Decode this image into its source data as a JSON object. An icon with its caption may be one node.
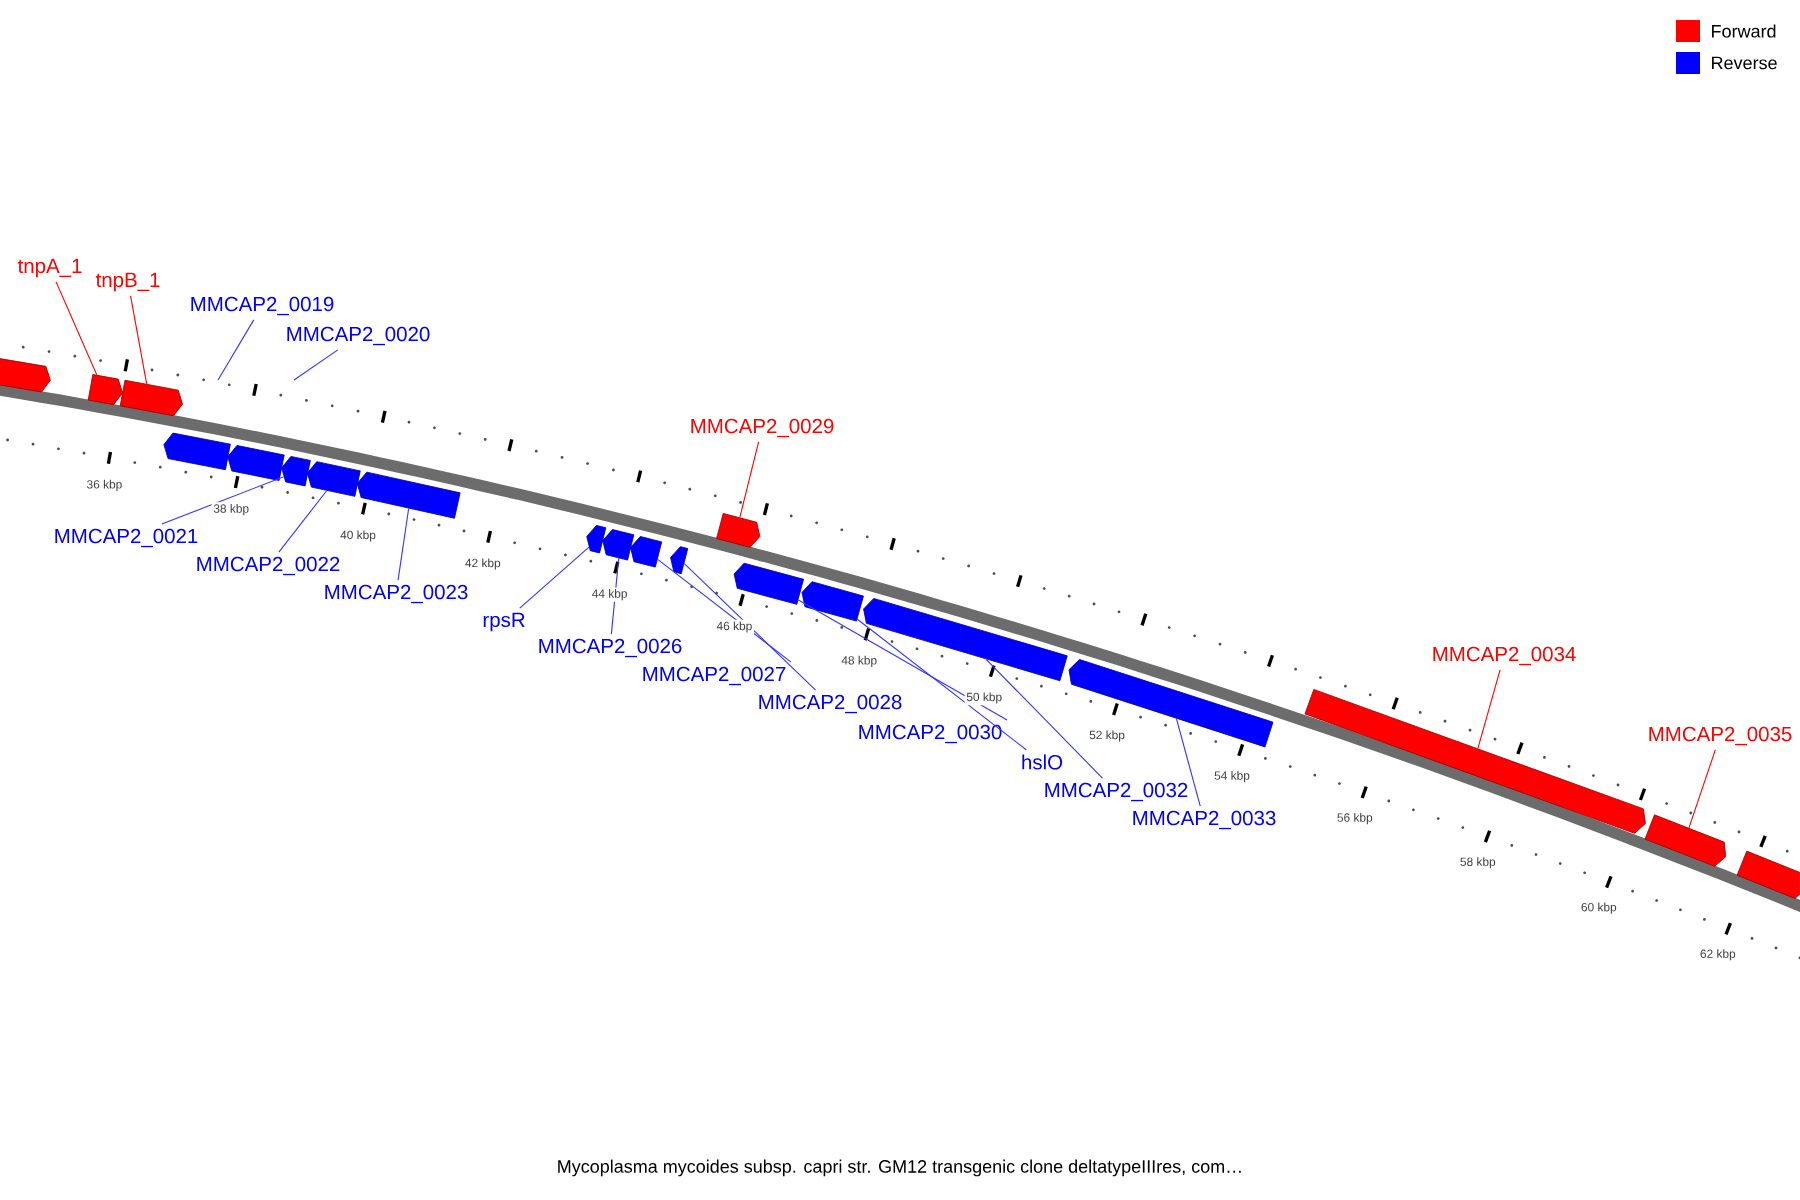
{
  "diagram": {
    "caption": "Mycoplasma mycoides subsp. capri str. GM12 transgenic clone deltatypeIIIres, com…",
    "nodes": [
      {
        "text": [
          "tnpA_1"
        ]
      },
      {
        "text": [
          "tnpB_1"
        ]
      },
      {
        "text": [
          "MMCAP2_0019"
        ]
      },
      {
        "text": [
          "MMCAP2_0020"
        ]
      },
      {
        "text": [
          "MMCAP2_0029"
        ]
      },
      {
        "text": [
          "MMCAP2_0021"
        ]
      },
      {
        "text": [
          "MMCAP2_0022"
        ]
      },
      {
        "text": [
          "MMCAP2_0023"
        ]
      },
      {
        "text": [
          "rpsR"
        ]
      },
      {
        "text": [
          "MMCAP2_0026"
        ]
      },
      {
        "text": [
          "MMCAP2_0027"
        ]
      },
      {
        "text": [
          "MMCAP2_0028"
        ]
      },
      {
        "text": [
          "MMCAP2_0030"
        ]
      },
      {
        "text": [
          "hslO"
        ]
      },
      {
        "text": [
          "MMCAP2_0032"
        ]
      },
      {
        "text": [
          "MMCAP2_0033"
        ]
      },
      {
        "text": [
          "MMCAP2_0034"
        ]
      },
      {
        "text": [
          "MMCAP2_0035"
        ]
      },
      {
        "text": [],
        "shape": "arrow"
      },
      {
        "text": [],
        "shape": "arrow"
      },
      {
        "text": [],
        "shape": "arrow"
      },
      {
        "text": [],
        "shape": "arrow"
      },
      {
        "text": [],
        "shape": "arrow"
      },
      {
        "text": [],
        "shape": "arrow"
      },
      {
        "text": [],
        "shape": "arrow"
      },
      {
        "text": [],
        "shape": "arrow"
      },
      {
        "text": [],
        "shape": "arrow"
      },
      {
        "text": [],
        "shape": "arrow"
      },
      {
        "text": [],
        "shape": "arrow"
      },
      {
        "text": [],
        "shape": "arrow"
      },
      {
        "text": [],
        "shape": "arrow"
      },
      {
        "text": [],
        "shape": "arrow"
      },
      {
        "text": [],
        "shape": "arrow"
      },
      {
        "text": [],
        "shape": "arrow"
      },
      {
        "text": [],
        "shape": "arrow"
      },
      {
        "text": [],
        "shape": "arrow"
      },
      {
        "text": [],
        "shape": "arrow"
      },
      {
        "text": [],
        "shape": "arrow"
      }
    ],
    "edges": [
      {
        "from": 0,
        "to": 19,
        "arrow": "none",
        "color": "#ff0000"
      },
      {
        "from": 1,
        "to": 20,
        "arrow": "none",
        "color": "#ff0000"
      },
      {
        "from": 2,
        "to": null,
        "arrow": "none"
      },
      {
        "from": 3,
        "to": null,
        "arrow": "none"
      },
      {
        "from": 4,
        "to": 30,
        "arrow": "none",
        "color": "#ff0000"
      },
      {
        "from": 5,
        "to": 23,
        "arrow": "none"
      },
      {
        "from": 6,
        "to": 24,
        "arrow": "none"
      },
      {
        "from": 7,
        "to": 25,
        "arrow": "none"
      },
      {
        "from": 8,
        "to": 26,
        "arrow": "none"
      },
      {
        "from": 9,
        "to": 27,
        "arrow": "none"
      },
      {
        "from": 10,
        "to": 28,
        "arrow": "none"
      },
      {
        "from": 11,
        "to": 29,
        "arrow": "none"
      },
      {
        "from": 12,
        "to": 31,
        "arrow": "none"
      },
      {
        "from": 13,
        "to": 32,
        "arrow": "none"
      },
      {
        "from": 14,
        "to": 33,
        "arrow": "none"
      },
      {
        "from": 15,
        "to": 34,
        "arrow": "none"
      },
      {
        "from": 16,
        "to": 35,
        "arrow": "none",
        "color": "#ff0000"
      },
      {
        "from": 17,
        "to": 36,
        "arrow": "none",
        "color": "#ff0000"
      }
    ],
    "labels": [
      "36 kbp",
      "38 kbp",
      "40 kbp",
      "42 kbp",
      "44 kbp",
      "46 kbp",
      "48 kbp",
      "50 kbp",
      "52 kbp",
      "54 kbp",
      "56 kbp",
      "58 kbp",
      "60 kbp",
      "62 kbp"
    ],
    "legend": [
      {
        "text": "Forward",
        "color": "#ff0000"
      },
      {
        "text": "Reverse",
        "color": "#0000ff"
      }
    ]
  }
}
